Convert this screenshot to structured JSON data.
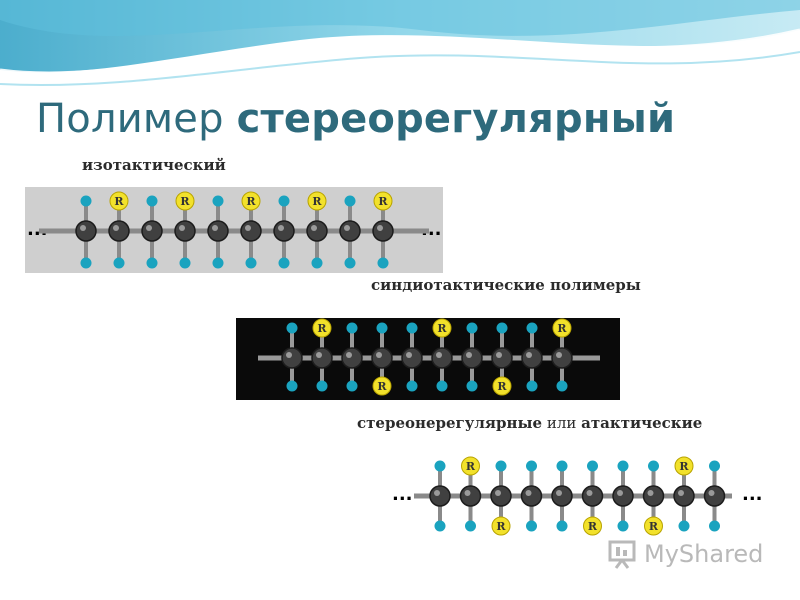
{
  "title": {
    "normal": "Полимер ",
    "bold": "стереорегулярный"
  },
  "labels": {
    "isotactic": "изотактический",
    "syndiotactic": "синдиотактические полимеры",
    "atactic_a": "стереонерегулярные",
    "atactic_or": " или ",
    "atactic_b": "атактические"
  },
  "chain": {
    "ellipsis": "...",
    "substituent": "R",
    "isotactic_top": [
      "H",
      "R",
      "H",
      "R",
      "H",
      "R",
      "H",
      "R",
      "H",
      "R"
    ],
    "isotactic_bottom": [
      "H",
      "H",
      "H",
      "H",
      "H",
      "H",
      "H",
      "H",
      "H",
      "H"
    ],
    "syndiotactic_top": [
      "H",
      "R",
      "H",
      "H",
      "H",
      "R",
      "H",
      "H",
      "H",
      "R"
    ],
    "syndiotactic_bottom": [
      "H",
      "H",
      "H",
      "R",
      "H",
      "H",
      "H",
      "R",
      "H",
      "H"
    ],
    "atactic_top": [
      "H",
      "R",
      "H",
      "H",
      "H",
      "H",
      "H",
      "H",
      "R",
      "H"
    ],
    "atactic_bottom": [
      "H",
      "H",
      "R",
      "H",
      "H",
      "R",
      "H",
      "R",
      "H",
      "H"
    ]
  },
  "colors": {
    "title": "#2e6a7c",
    "carbon": "#404040",
    "hydrogen": "#1aa3bf",
    "substituent": "#f2e12b",
    "wave": "#4fb8d6"
  },
  "watermark": {
    "text": "MyShared",
    "icon": "presentation-board-icon"
  }
}
